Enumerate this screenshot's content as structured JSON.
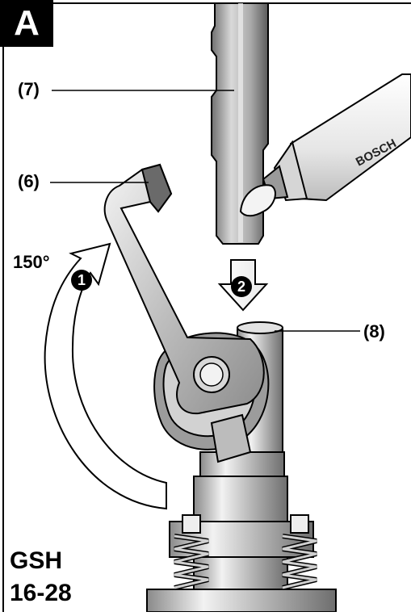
{
  "figure": {
    "letter": "A"
  },
  "callouts": {
    "part7": "(7)",
    "part6": "(6)",
    "part8": "(8)"
  },
  "angle": "150°",
  "steps": {
    "step1": "1",
    "step2": "2"
  },
  "tube_brand": "BOSCH",
  "model": {
    "line1": "GSH",
    "line2": "16-28"
  }
}
